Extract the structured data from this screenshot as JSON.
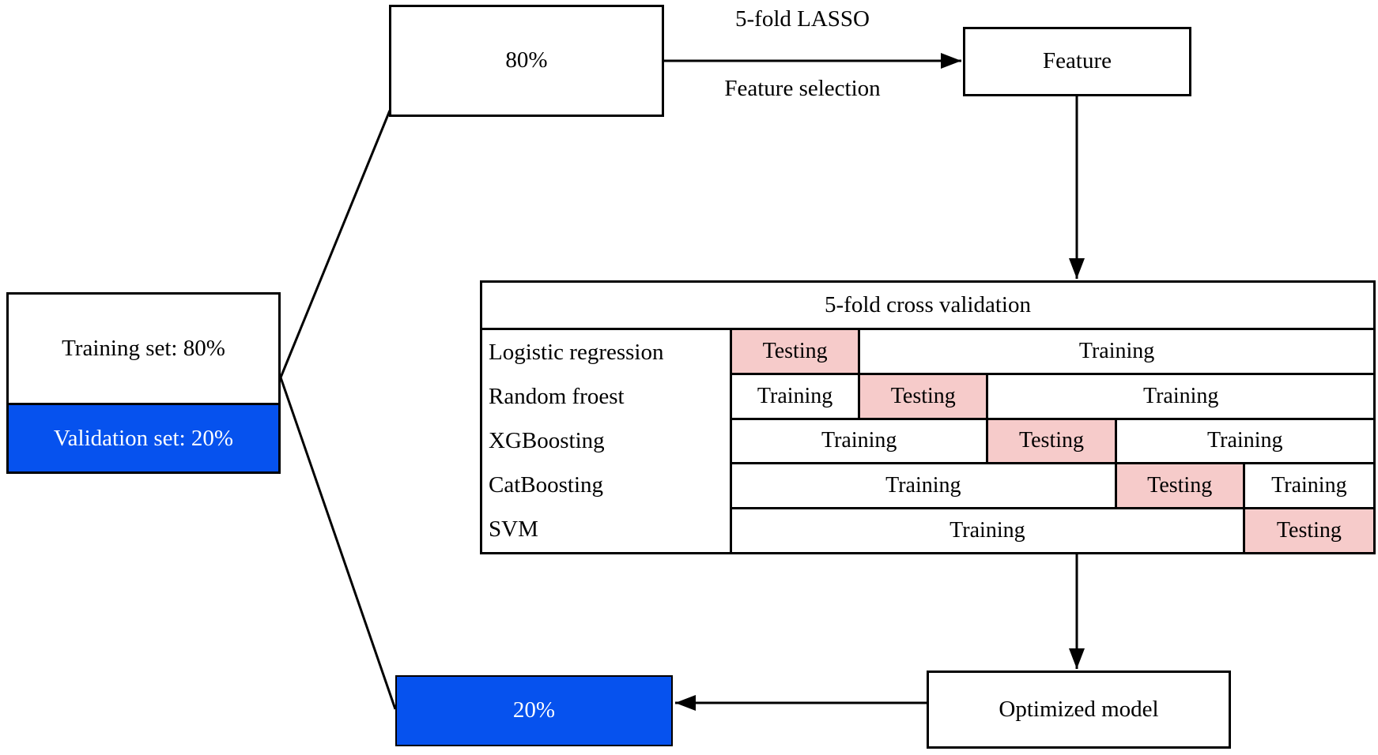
{
  "colors": {
    "validation_blue": "#0652EE",
    "testing_pink": "#F6CBCA",
    "line_black": "#000000"
  },
  "split_box": {
    "training_label": "Training set: 80%",
    "validation_label": "Validation set: 20%"
  },
  "training_subset_box": {
    "label": "80%"
  },
  "feature_arrow": {
    "top_label": "5-fold LASSO",
    "bottom_label": "Feature selection"
  },
  "feature_box": {
    "label": "Feature"
  },
  "cv_table": {
    "title": "5-fold cross validation",
    "models": [
      "Logistic regression",
      "Random froest",
      "XGBoosting",
      "CatBoosting",
      "SVM"
    ],
    "rows": [
      {
        "cells": [
          {
            "label": "Testing"
          },
          {
            "label": "Training"
          }
        ]
      },
      {
        "cells": [
          {
            "label": "Training"
          },
          {
            "label": "Testing"
          },
          {
            "label": "Training"
          }
        ]
      },
      {
        "cells": [
          {
            "label": "Training"
          },
          {
            "label": "Testing"
          },
          {
            "label": "Training"
          }
        ]
      },
      {
        "cells": [
          {
            "label": "Training"
          },
          {
            "label": "Testing"
          },
          {
            "label": "Training"
          }
        ]
      },
      {
        "cells": [
          {
            "label": "Training"
          },
          {
            "label": "Testing"
          }
        ]
      }
    ]
  },
  "optimized_box": {
    "label": "Optimized model"
  },
  "validation_subset_box": {
    "label": "20%"
  }
}
